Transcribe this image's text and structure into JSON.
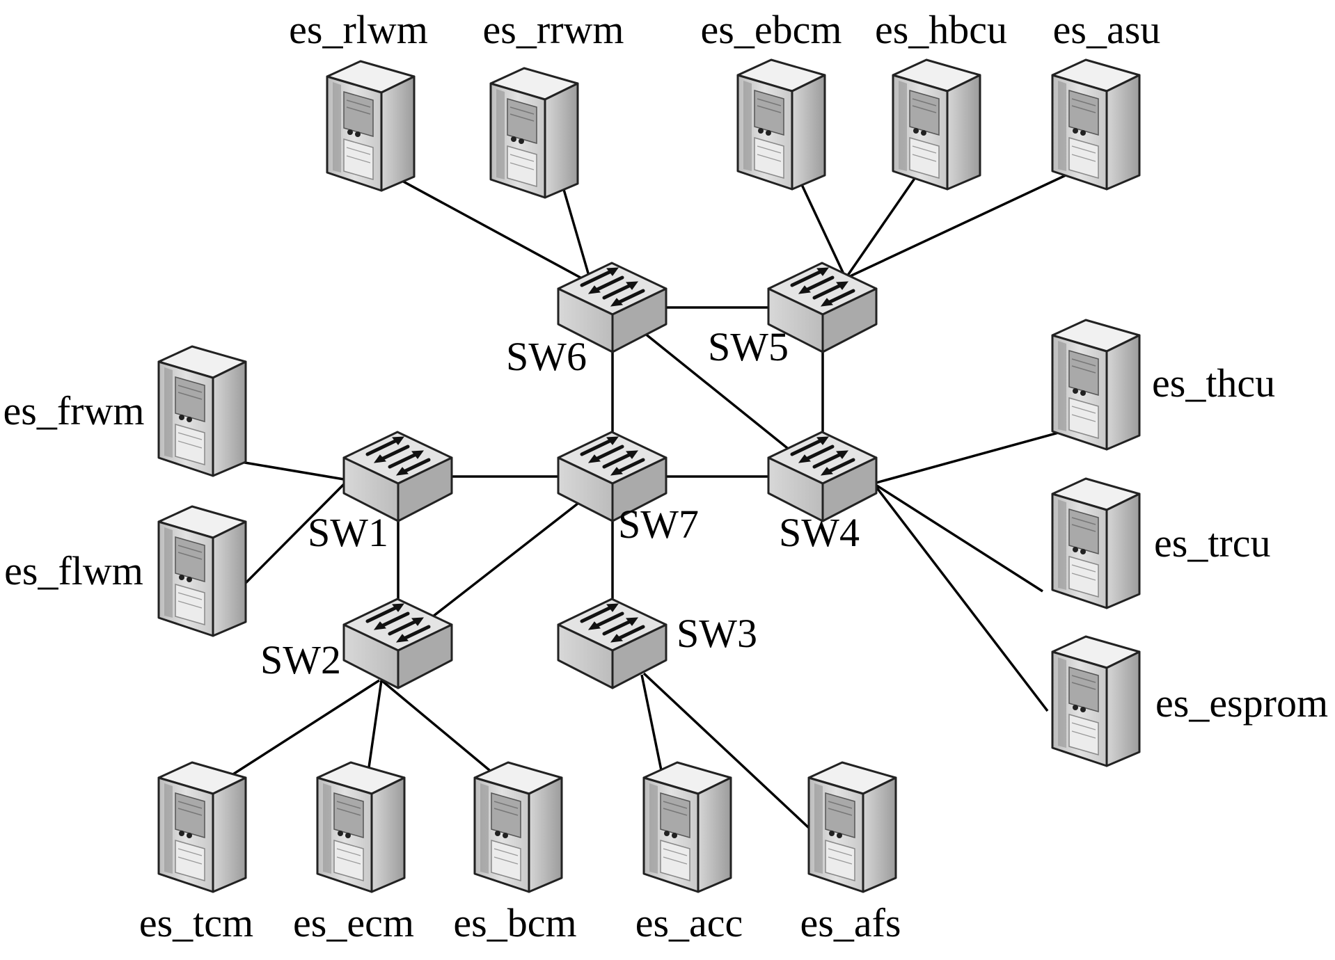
{
  "switches": [
    {
      "id": "SW1",
      "label": "SW1"
    },
    {
      "id": "SW2",
      "label": "SW2"
    },
    {
      "id": "SW3",
      "label": "SW3"
    },
    {
      "id": "SW4",
      "label": "SW4"
    },
    {
      "id": "SW5",
      "label": "SW5"
    },
    {
      "id": "SW6",
      "label": "SW6"
    },
    {
      "id": "SW7",
      "label": "SW7"
    }
  ],
  "servers": [
    {
      "id": "es_rlwm",
      "label": "es_rlwm"
    },
    {
      "id": "es_rrwm",
      "label": "es_rrwm"
    },
    {
      "id": "es_ebcm",
      "label": "es_ebcm"
    },
    {
      "id": "es_hbcu",
      "label": "es_hbcu"
    },
    {
      "id": "es_asu",
      "label": "es_asu"
    },
    {
      "id": "es_frwm",
      "label": "es_frwm"
    },
    {
      "id": "es_flwm",
      "label": "es_flwm"
    },
    {
      "id": "es_thcu",
      "label": "es_thcu"
    },
    {
      "id": "es_trcu",
      "label": "es_trcu"
    },
    {
      "id": "es_esprom",
      "label": "es_esprom"
    },
    {
      "id": "es_tcm",
      "label": "es_tcm"
    },
    {
      "id": "es_ecm",
      "label": "es_ecm"
    },
    {
      "id": "es_bcm",
      "label": "es_bcm"
    },
    {
      "id": "es_acc",
      "label": "es_acc"
    },
    {
      "id": "es_afs",
      "label": "es_afs"
    }
  ],
  "links": [
    [
      "SW6",
      "SW5"
    ],
    [
      "SW6",
      "SW7"
    ],
    [
      "SW6",
      "SW4"
    ],
    [
      "SW5",
      "SW4"
    ],
    [
      "SW1",
      "SW7"
    ],
    [
      "SW7",
      "SW4"
    ],
    [
      "SW1",
      "SW2"
    ],
    [
      "SW7",
      "SW2"
    ],
    [
      "SW7",
      "SW3"
    ],
    [
      "es_rlwm",
      "SW6"
    ],
    [
      "es_rrwm",
      "SW6"
    ],
    [
      "es_ebcm",
      "SW5"
    ],
    [
      "es_hbcu",
      "SW5"
    ],
    [
      "es_asu",
      "SW5"
    ],
    [
      "es_frwm",
      "SW1"
    ],
    [
      "es_flwm",
      "SW1"
    ],
    [
      "es_thcu",
      "SW4"
    ],
    [
      "es_trcu",
      "SW4"
    ],
    [
      "es_esprom",
      "SW4"
    ],
    [
      "es_tcm",
      "SW2"
    ],
    [
      "es_ecm",
      "SW2"
    ],
    [
      "es_bcm",
      "SW2"
    ],
    [
      "es_acc",
      "SW3"
    ],
    [
      "es_afs",
      "SW3"
    ]
  ]
}
